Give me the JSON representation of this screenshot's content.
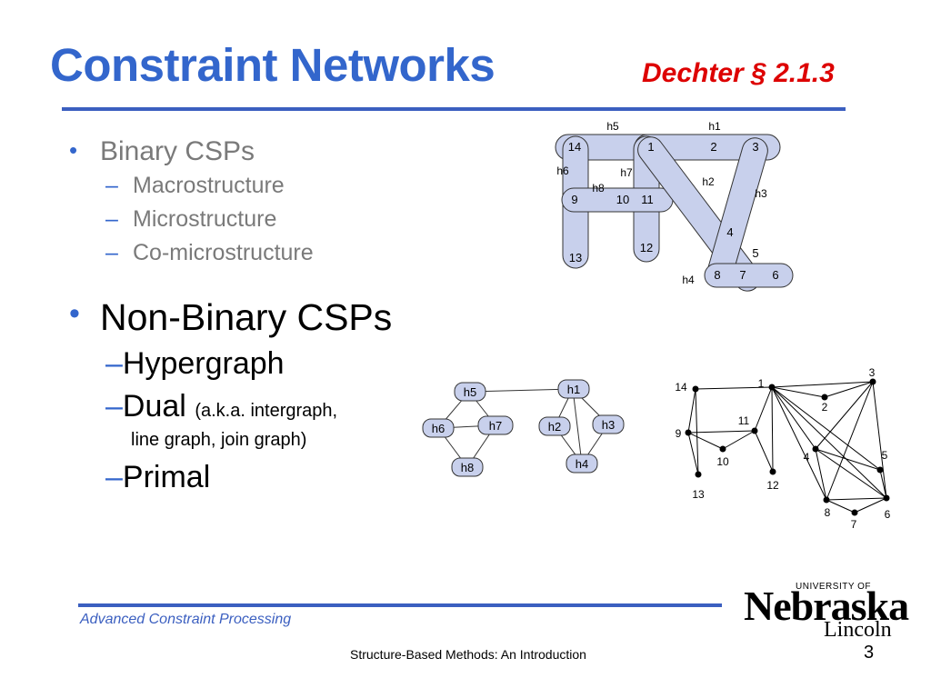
{
  "title": "Constraint Networks",
  "reference": "Dechter § 2.1.3",
  "bullets": {
    "binary": "Binary CSPs",
    "binary_items": [
      "Macrostructure",
      "Microstructure",
      "Co-microstructure"
    ],
    "nonbinary": "Non-Binary CSPs",
    "hypergraph": "Hypergraph",
    "dual": "Dual",
    "dual_note_a": "(a.k.a. intergraph,",
    "dual_note_b": "line graph, join graph)",
    "primal": "Primal"
  },
  "hypergraph": {
    "node_labels": [
      "14",
      "1",
      "2",
      "3",
      "9",
      "10",
      "11",
      "4",
      "13",
      "12",
      "5",
      "8",
      "7",
      "6"
    ],
    "hyperedge_labels": [
      "h5",
      "h1",
      "h6",
      "h7",
      "h8",
      "h2",
      "h3",
      "h4"
    ]
  },
  "dual_graph": {
    "node_labels": [
      "h5",
      "h1",
      "h6",
      "h7",
      "h2",
      "h3",
      "h8",
      "h4"
    ]
  },
  "primal_graph": {
    "node_labels": [
      "3",
      "14",
      "1",
      "2",
      "11",
      "9",
      "5",
      "4",
      "10",
      "12",
      "13",
      "8",
      "6",
      "7"
    ]
  },
  "footer": {
    "course": "Advanced Constraint Processing",
    "lecture": "Structure-Based Methods: An Introduction",
    "page": "3"
  },
  "logo": {
    "university_of": "UNIVERSITY OF",
    "name": "Nebraska",
    "campus": "Lincoln"
  }
}
